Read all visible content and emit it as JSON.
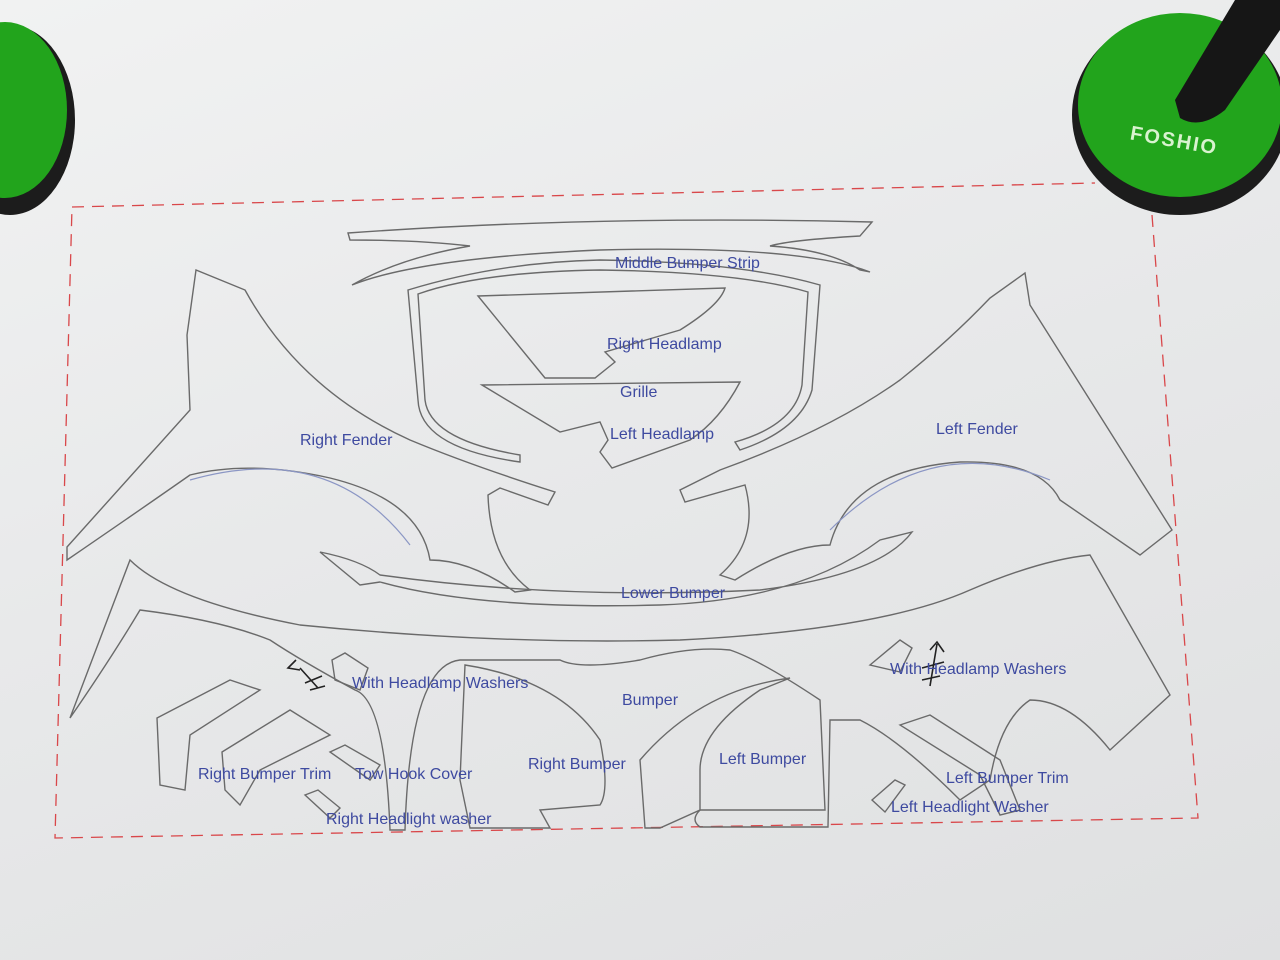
{
  "template": {
    "labels": {
      "middle_bumper_strip": "Middle Bumper Strip",
      "right_headlamp": "Right Headlamp",
      "grille": "Grille",
      "left_headlamp": "Left Headlamp",
      "right_fender": "Right Fender",
      "left_fender": "Left Fender",
      "lower_bumper": "Lower Bumper",
      "with_headlamp_washers_right": "With Headlamp Washers",
      "with_headlamp_washers_left": "With Headlamp Washers",
      "bumper": "Bumper",
      "right_bumper": "Right Bumper",
      "left_bumper": "Left Bumper",
      "right_bumper_trim": "Right Bumper Trim",
      "tow_hook_cover": "Tow Hook Cover",
      "right_headlight_washer": "Right Headlight washer",
      "left_bumper_trim": "Left Bumper Trim",
      "left_headlight_washer": "Left Headlight Washer"
    }
  },
  "tool": {
    "brand": "FOSHIO"
  },
  "colors": {
    "label": "#3e4aa0",
    "cut_line": "#6a6a6a",
    "border": "#d9474a",
    "squeegee_green": "#22a41c"
  }
}
